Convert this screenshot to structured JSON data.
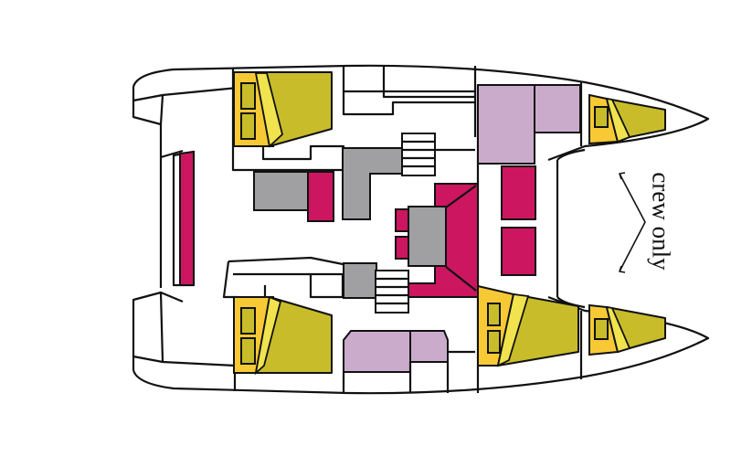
{
  "diagram": {
    "type": "catamaran-layout-floor-plan",
    "annotation": {
      "text": "crew only",
      "indicator": "double-arrow-icon"
    },
    "colors": {
      "outline": "#111111",
      "bed": "#c8bc2b",
      "bedside": "#f7c935",
      "sheet": "#f0e34e",
      "seating": "#cc1660",
      "table": "#a0a0a3",
      "bathroom": "#cbabcb",
      "background": "#ffffff"
    },
    "zones": [
      {
        "name": "cabin-port-aft",
        "color": "bed"
      },
      {
        "name": "cabin-starboard-aft",
        "color": "bed"
      },
      {
        "name": "cabin-starboard-fwd",
        "color": "bed"
      },
      {
        "name": "crew-cabin-port-bow",
        "color": "bed"
      },
      {
        "name": "crew-cabin-starboard-bow",
        "color": "bed"
      },
      {
        "name": "cockpit-bench",
        "color": "seating"
      },
      {
        "name": "salon-sofa",
        "color": "seating"
      },
      {
        "name": "bathroom-port",
        "color": "bathroom"
      },
      {
        "name": "bathroom-starboard",
        "color": "bathroom"
      },
      {
        "name": "cockpit-table",
        "color": "table"
      },
      {
        "name": "galley",
        "color": "table"
      },
      {
        "name": "salon-table",
        "color": "table"
      },
      {
        "name": "stairs-port",
        "color": "background"
      },
      {
        "name": "stairs-starboard",
        "color": "background"
      }
    ]
  }
}
